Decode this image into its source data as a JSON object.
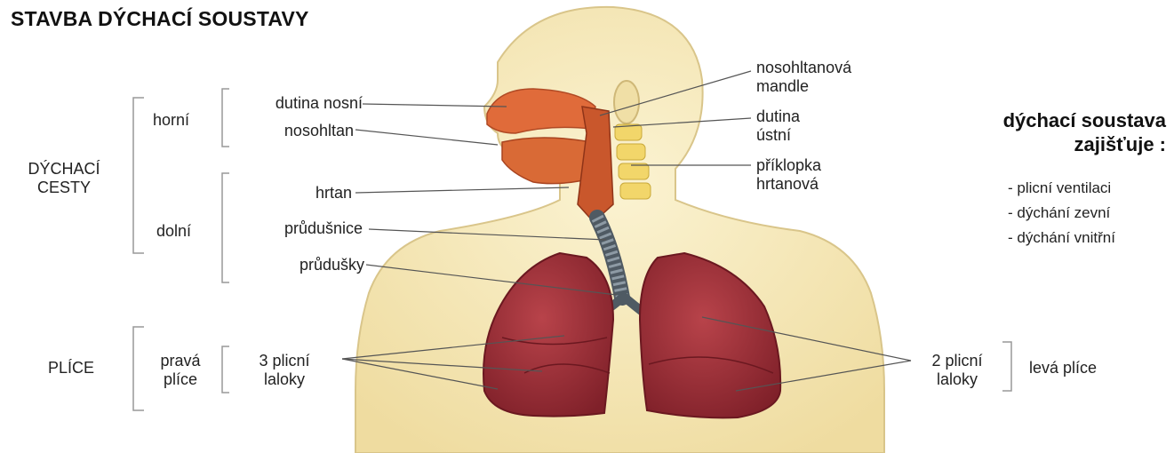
{
  "title": "STAVBA DÝCHACÍ SOUSTAVY",
  "left_groups": {
    "airways": [
      "DÝCHACÍ",
      "CESTY"
    ],
    "upper": "horní",
    "lower": "dolní",
    "lungs": "PLÍCE",
    "right_lung": [
      "pravá",
      "plíce"
    ]
  },
  "left_labels": {
    "nasal_cavity": "dutina nosní",
    "nasopharynx": "nosohltan",
    "larynx": "hrtan",
    "trachea": "průdušnice",
    "bronchi": "průdušky",
    "right_lobes": [
      "3 plicní",
      "laloky"
    ]
  },
  "right_labels": {
    "tonsil": [
      "nosohltanová",
      "mandle"
    ],
    "oral_cavity": [
      "dutina",
      "ústní"
    ],
    "epiglottis": [
      "příklopka",
      "hrtanová"
    ],
    "left_lobes": [
      "2 plicní",
      "laloky"
    ],
    "left_lung": "levá plíce"
  },
  "functions": {
    "heading": [
      "dýchací soustava",
      "zajišťuje :"
    ],
    "items": [
      "- plicní ventilaci",
      "- dýchání zevní",
      "- dýchání vnitřní"
    ]
  },
  "colors": {
    "skin": "#f4e6b4",
    "skin_edge": "#d9c58a",
    "lung": "#a8333c",
    "lung_dark": "#7d1f28",
    "throat": "#e0793e",
    "spine": "#f2d66a",
    "trachea": "#5a6670",
    "line": "#555555",
    "bracket": "#999999"
  }
}
